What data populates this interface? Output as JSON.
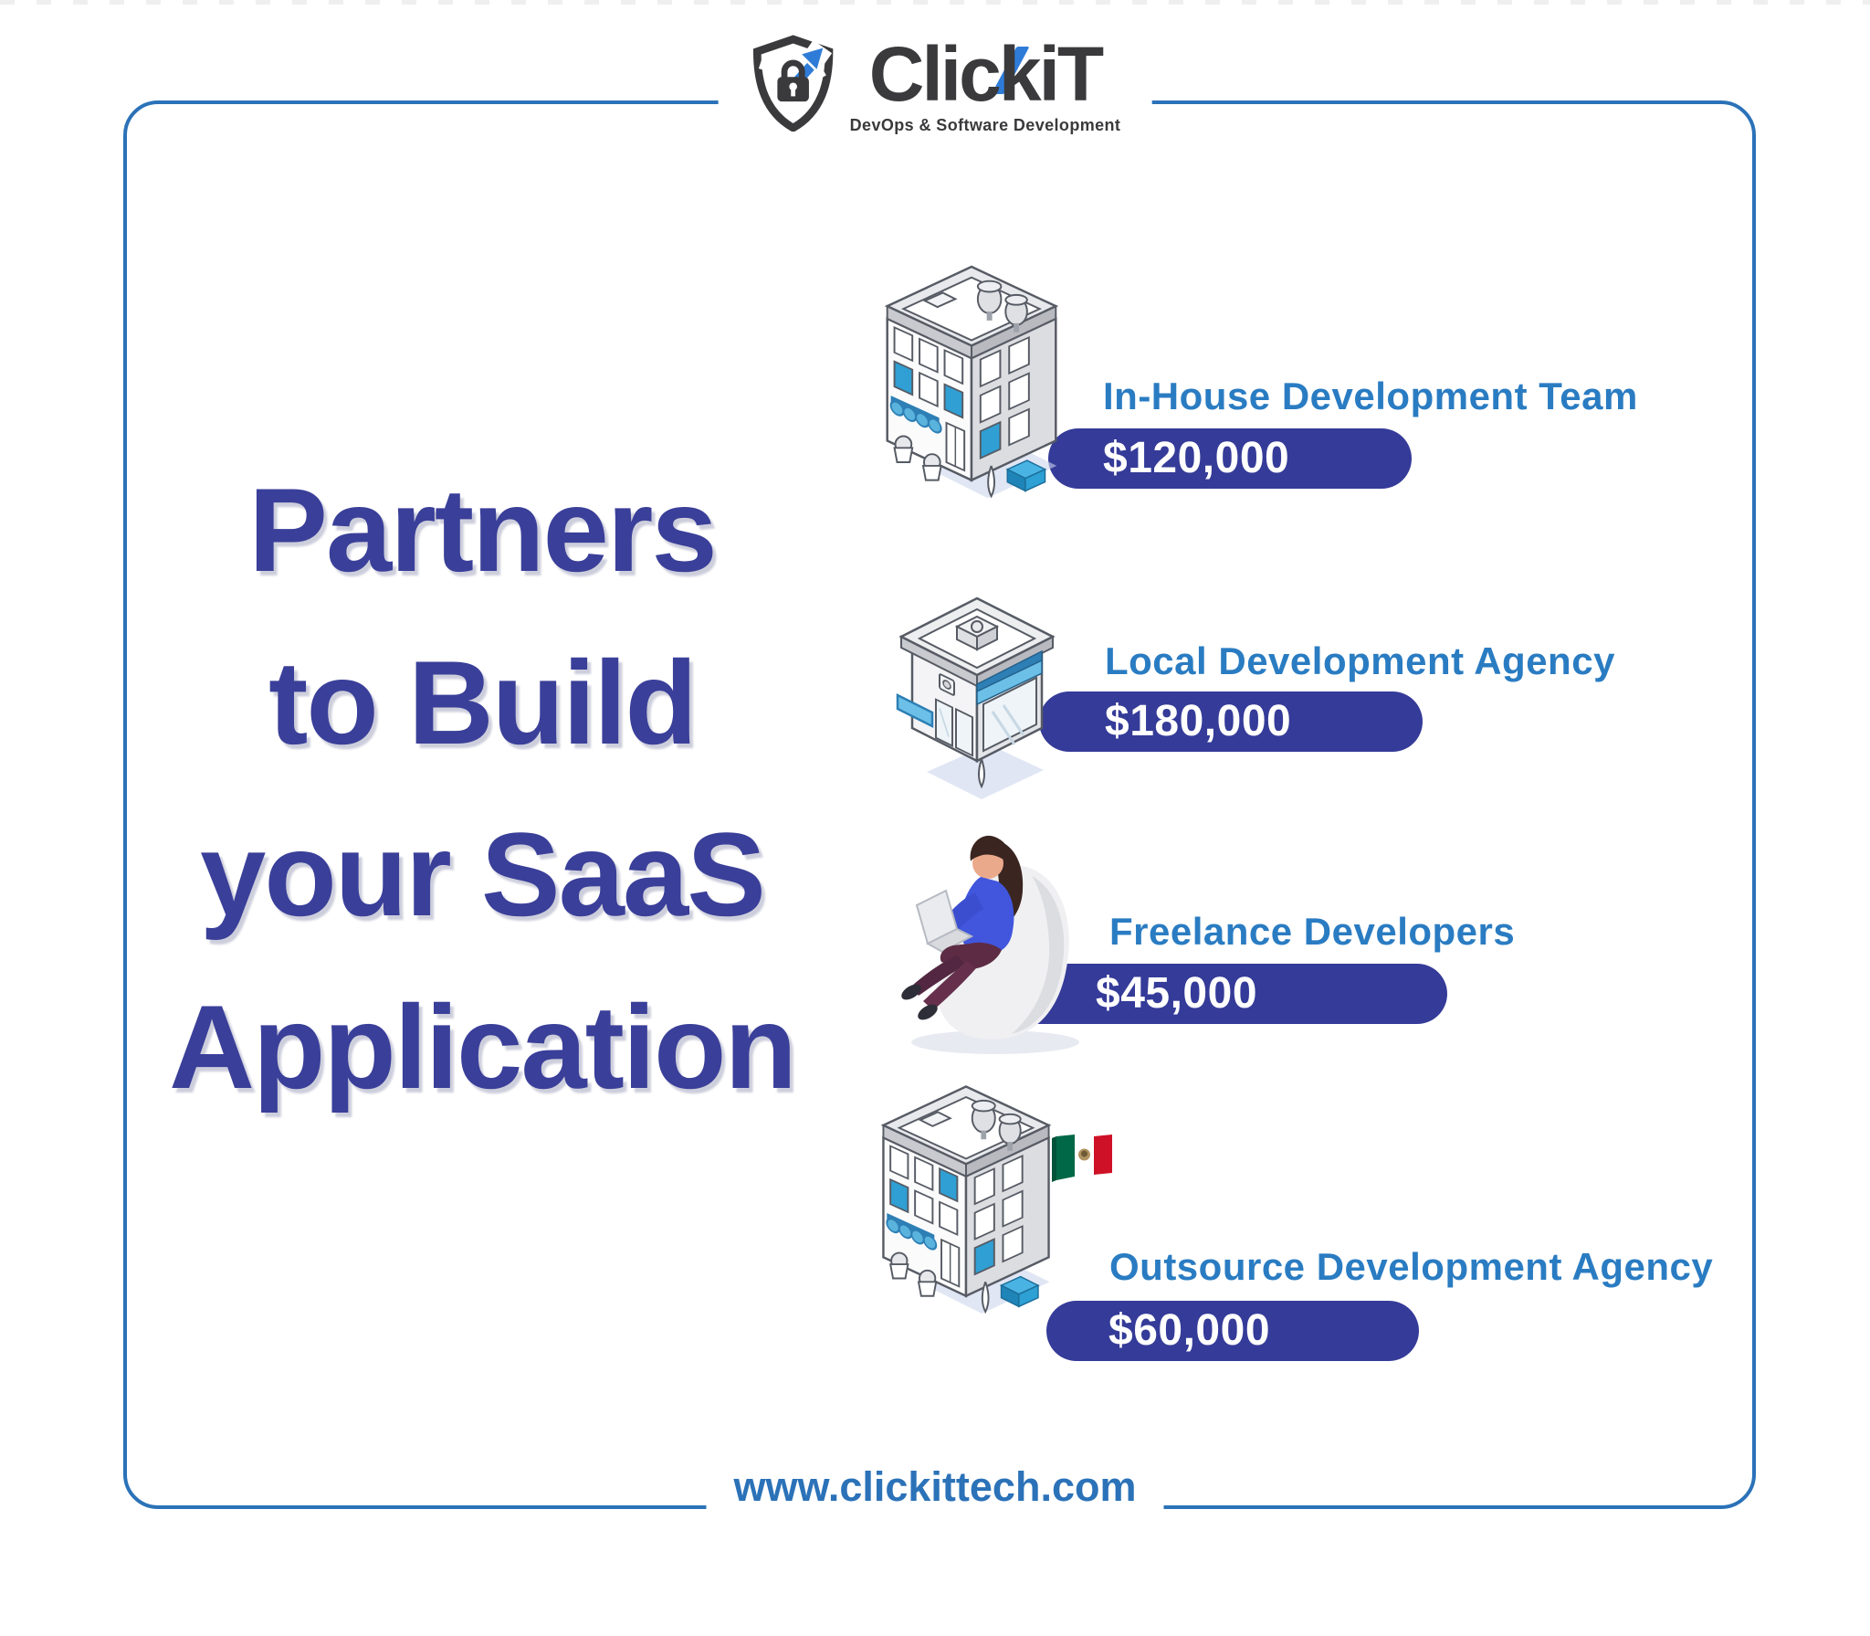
{
  "brand": {
    "wordmark_prefix": "Clic",
    "wordmark_k": "k",
    "wordmark_suffix": "iT",
    "tagline": "DevOps & Software Development"
  },
  "title": {
    "lines": [
      "Partners",
      "to Build",
      "your SaaS",
      "Application"
    ]
  },
  "rows": [
    {
      "label": "In-House Development Team",
      "price": "$120,000",
      "icon": "office-building-icon"
    },
    {
      "label": "Local Development Agency",
      "price": "$180,000",
      "icon": "storefront-icon"
    },
    {
      "label": "Freelance Developers",
      "price": "$45,000",
      "icon": "freelancer-beanbag-icon"
    },
    {
      "label": "Outsource Development Agency",
      "price": "$60,000",
      "icon": "office-building-icon",
      "flag": "mexico-flag-icon"
    }
  ],
  "footer": {
    "url": "www.clickittech.com"
  },
  "colors": {
    "accent_blue": "#2a7cc2",
    "pill_indigo": "#353b98",
    "title_indigo": "#3a3f99",
    "border_blue": "#2b72b8",
    "logo_dark": "#3a3a3c",
    "logo_blue": "#2f7cd8",
    "window_blue": "#2f9fd4",
    "flag_green": "#006847",
    "flag_red": "#ce1126"
  },
  "chart_data": {
    "type": "bar",
    "orientation": "horizontal",
    "title": "Partners to Build your SaaS Application",
    "categories": [
      "In-House Development Team",
      "Local Development Agency",
      "Freelance Developers",
      "Outsource Development Agency"
    ],
    "values": [
      120000,
      180000,
      45000,
      60000
    ],
    "value_labels": [
      "$120,000",
      "$180,000",
      "$45,000",
      "$60,000"
    ],
    "xlabel": "",
    "ylabel": "",
    "legend": null,
    "notes": "Each category shown with an illustration; Outsource Development Agency marked with a Mexico flag"
  }
}
